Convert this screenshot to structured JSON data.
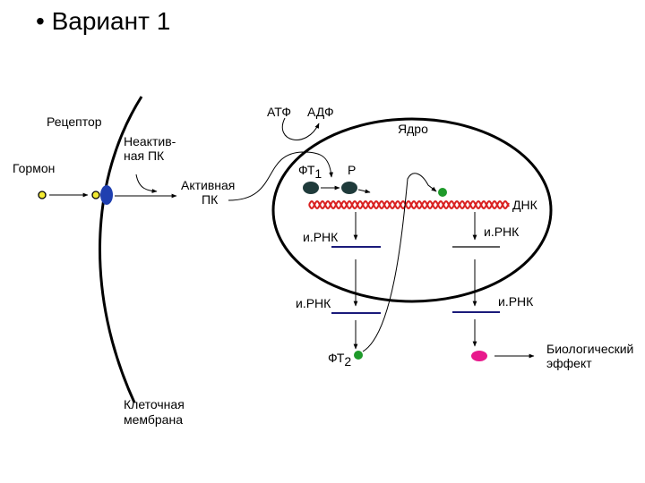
{
  "slide": {
    "bullet": "•",
    "title": "Вариант 1"
  },
  "labels": {
    "receptor": "Рецептор",
    "inactive_pk_1": "Неактив-",
    "inactive_pk_2": "ная ПК",
    "hormone": "Гормон",
    "active_pk_1": "Активная",
    "active_pk_2": "ПК",
    "atp": "АТФ",
    "adp": "АДФ",
    "nucleus": "Ядро",
    "ft1": "ФТ",
    "ft1_sub": "1",
    "phosphate": "P",
    "dna": "ДНК",
    "mrna_nucleus_left": "и.РНК",
    "mrna_nucleus_right": "и.РНК",
    "mrna_cyto_left": "и.РНК",
    "mrna_cyto_right": "и.РНК",
    "ft2": "ФТ",
    "ft2_sub": "2",
    "effect_1": "Биологический",
    "effect_2": "эффект",
    "membrane_1": "Клеточная",
    "membrane_2": "мембрана"
  },
  "colors": {
    "hormone": "#f2ea33",
    "receptor": "#1f3fb0",
    "ft1": "#1f3b3b",
    "ft2": "#1e9a2a",
    "effect_protein": "#e8198c",
    "dna": "#d92020",
    "mrna_bar": "#1a1a7a"
  }
}
